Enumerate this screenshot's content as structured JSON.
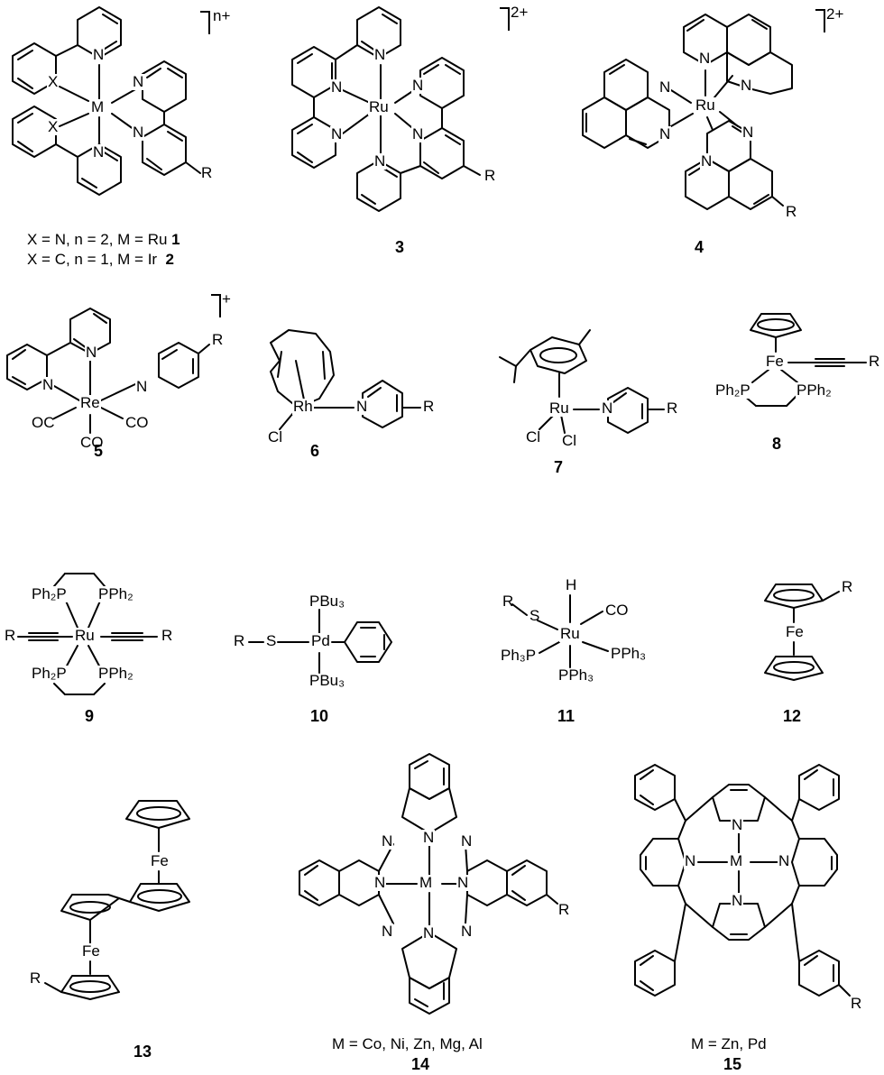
{
  "compounds": [
    {
      "number": "1",
      "caption": "X = N, n = 2, M = Ru",
      "charge": "n+"
    },
    {
      "number": "2",
      "caption": "X = C, n = 1, M = Ir"
    },
    {
      "number": "3",
      "charge": "2+",
      "metal": "Ru"
    },
    {
      "number": "4",
      "charge": "2+",
      "metal": "Ru"
    },
    {
      "number": "5",
      "charge": "+",
      "metal": "Re"
    },
    {
      "number": "6",
      "metal": "Rh"
    },
    {
      "number": "7",
      "metal": "Ru"
    },
    {
      "number": "8",
      "metal": "Fe"
    },
    {
      "number": "9",
      "metal": "Ru"
    },
    {
      "number": "10",
      "metal": "Pd"
    },
    {
      "number": "11",
      "metal": "Ru"
    },
    {
      "number": "12",
      "metal": "Fe"
    },
    {
      "number": "13",
      "metal": "Fe"
    },
    {
      "number": "14",
      "caption": "M = Co, Ni, Zn, Mg, Al",
      "metal": "M"
    },
    {
      "number": "15",
      "caption": "M = Zn, Pd",
      "metal": "M"
    }
  ],
  "atoms": {
    "N": "N",
    "X": "X",
    "M": "M",
    "R": "R",
    "S": "S",
    "H": "H",
    "Cl": "Cl",
    "OC": "OC",
    "CO": "CO",
    "Ph2P": "Ph₂P",
    "PPh2": "PPh₂",
    "Ph3P": "Ph₃P",
    "PPh3": "PPh₃",
    "PBu3": "PBu₃",
    "Ru": "Ru",
    "Ir": "Ir",
    "Re": "Re",
    "Rh": "Rh",
    "Fe": "Fe",
    "Pd": "Pd"
  }
}
